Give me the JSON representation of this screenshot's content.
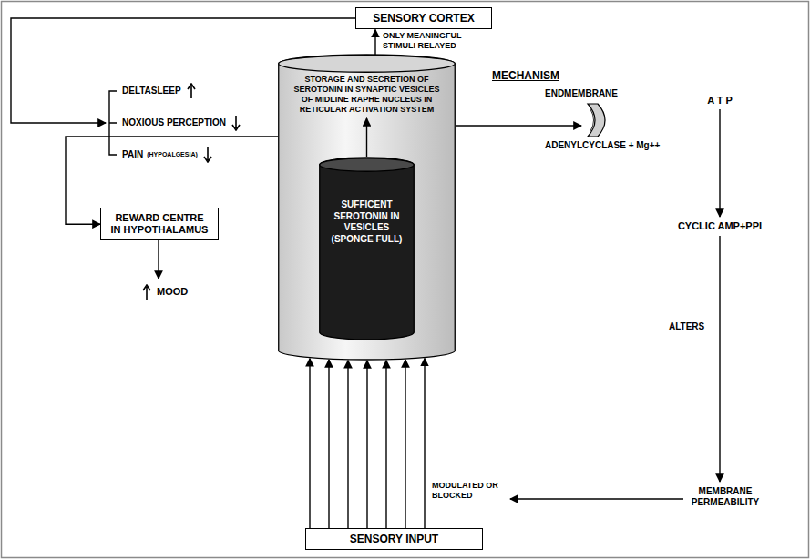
{
  "diagram": {
    "nodes": [
      {
        "text": [
          "SENSORY CORTEX"
        ]
      },
      {
        "text": [
          "STORAGE AND SECRETION OF SEROTONIN IN SYNAPTIC VESICLES OF MIDLINE RAPHE NUCLEUS IN RETICULAR ACTIVATION SYSTEM"
        ]
      },
      {
        "text": [
          "SUFFICENT SEROTONIN IN VESICLES (SPONGE FULL)"
        ],
        "in": 1
      },
      {
        "text": [
          "REWARD CENTRE IN HYPOTHALAMUS"
        ]
      },
      {
        "text": [
          "SENSORY INPUT"
        ]
      }
    ],
    "edges": [
      {
        "from": 1,
        "to": 0,
        "arrow": "to",
        "label": "ONLY MEANINGFUL STIMULI RELAYED"
      },
      {
        "from": 1,
        "to": 3,
        "arrow": "to"
      },
      {
        "from": 4,
        "to": 1,
        "arrow": "to"
      }
    ],
    "labels": [
      "DELTASLEEP",
      "NOXIOUS PERCEPTION",
      "PAIN",
      "(HYPOALGESIA)",
      "MOOD",
      "MECHANISM",
      "ENDMEMBRANE",
      "ADENYLCYCLASE + Mg++",
      "A T P",
      "CYCLIC AMP+PPI",
      "ALTERS",
      "MEMBRANE PERMEABILITY",
      "MODULATED OR BLOCKED"
    ]
  }
}
